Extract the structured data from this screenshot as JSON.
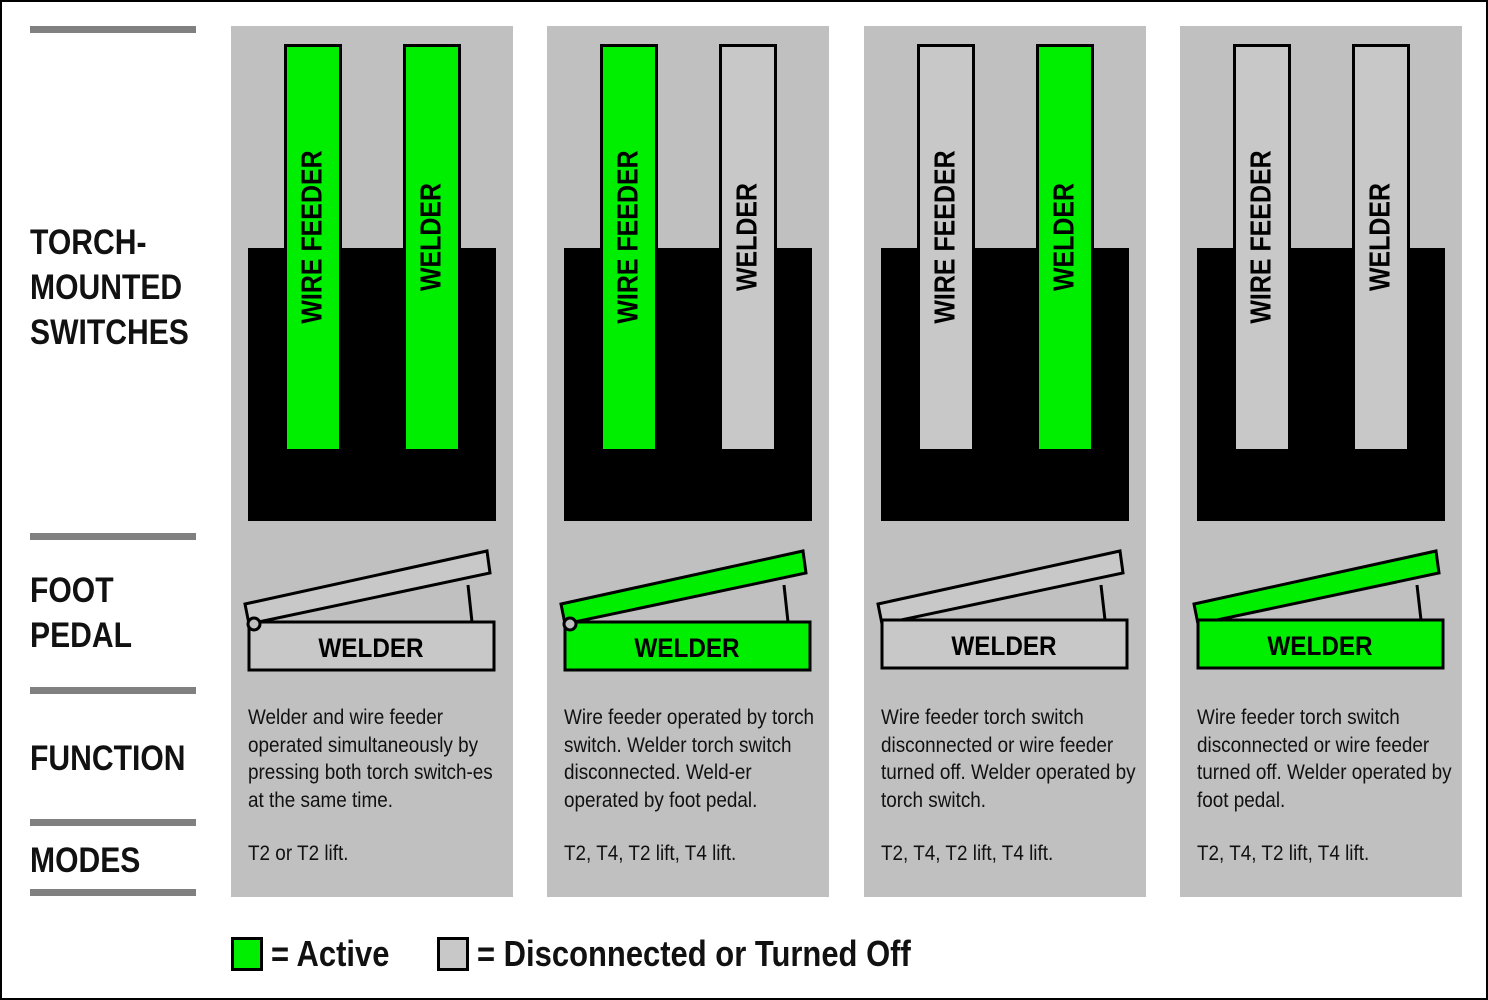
{
  "colors": {
    "active": "#00ee00",
    "off": "#c8c8c8",
    "panel": "#c0c0c0"
  },
  "row_labels": {
    "torch": "TORCH-\nMOUNTED\nSWITCHES",
    "pedal": "FOOT\nPEDAL",
    "function": "FUNCTION",
    "modes": "MODES"
  },
  "switch_labels": {
    "wire_feeder": "WIRE FEEDER",
    "welder": "WELDER"
  },
  "panels": [
    {
      "wire_feeder_active": true,
      "welder_switch_active": true,
      "pedal_active": false,
      "pedal_label": "WELDER",
      "function": "Welder and wire feeder operated simultaneously by pressing both torch switch-es at the same time.",
      "modes": "T2 or T2 lift."
    },
    {
      "wire_feeder_active": true,
      "welder_switch_active": false,
      "pedal_active": true,
      "pedal_label": "WELDER",
      "function": "Wire feeder operated by torch switch. Welder torch switch disconnected. Weld-er operated by foot pedal.",
      "modes": "T2, T4, T2 lift, T4 lift."
    },
    {
      "wire_feeder_active": false,
      "welder_switch_active": true,
      "pedal_active": false,
      "pedal_label": "WELDER",
      "function": "Wire feeder torch switch disconnected or wire feeder turned off. Welder operated by torch switch.",
      "modes": "T2, T4, T2 lift, T4 lift."
    },
    {
      "wire_feeder_active": false,
      "welder_switch_active": false,
      "pedal_active": true,
      "pedal_label": "WELDER",
      "function": "Wire feeder torch switch disconnected or wire feeder turned off. Welder operated by foot pedal.",
      "modes": "T2, T4, T2 lift, T4 lift."
    }
  ],
  "legend": {
    "active": "= Active",
    "off": "= Disconnected or Turned Off"
  }
}
